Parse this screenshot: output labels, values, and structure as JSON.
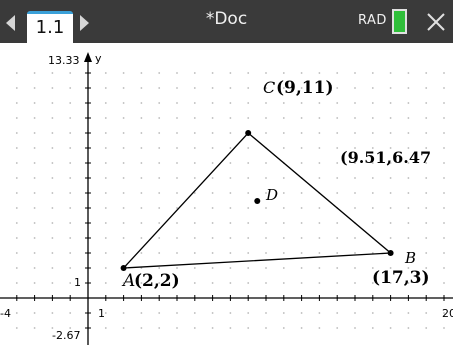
{
  "titlebar": {
    "tab_label": "1.1",
    "document_title": "*Doc",
    "angle_mode": "RAD"
  },
  "graph": {
    "y_axis_label": "y",
    "y_max_label": "13.33",
    "y_min_label": "-2.67",
    "y_tick_label": "1",
    "x_min_label": "-4",
    "x_tick_label": "1",
    "x_max_label": "20"
  },
  "points": [
    {
      "name": "A",
      "coords": "(2,2)",
      "x": 2,
      "y": 2
    },
    {
      "name": "B",
      "coords": "(17,3)",
      "x": 17,
      "y": 3
    },
    {
      "name": "C",
      "coords": "(9,11)",
      "x": 9,
      "y": 11
    },
    {
      "name": "D",
      "x": 9.51,
      "y": 6.47
    }
  ],
  "side_label": "(9.51,6.47",
  "colors": {
    "titlebar_bg": "#3a3a3a",
    "tab_accent": "#3aa0d8",
    "battery": "#2fbf3a",
    "grid_dot": "#b8b8b8"
  }
}
